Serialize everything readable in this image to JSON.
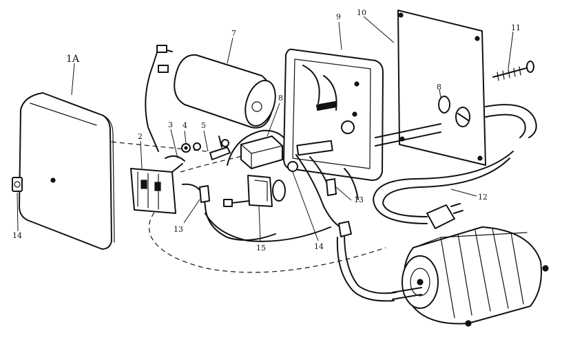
{
  "callouts": {
    "cover": "1A",
    "switch": "2",
    "clip": "3",
    "nut": "4",
    "bolt": "5",
    "capacitor": "7",
    "relay": "8",
    "box": "9",
    "plate": "10",
    "screw": "11",
    "cord": "12",
    "connector_left": "13",
    "connector_right": "13",
    "grommet_left": "14",
    "grommet_right": "14",
    "thermal": "15",
    "grommet_plate": "8"
  },
  "colors": {
    "ink": "#111111",
    "paper": "#ffffff"
  }
}
